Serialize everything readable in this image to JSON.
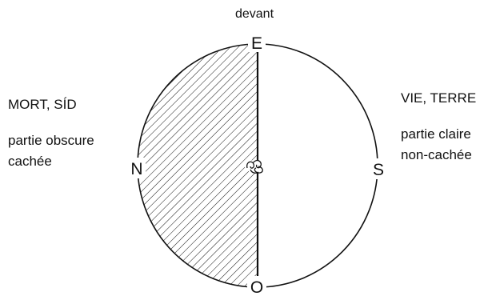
{
  "top_label": "devant",
  "cardinals": {
    "east": "E",
    "north": "N",
    "south": "S",
    "west": "O"
  },
  "left_side": {
    "title": "MORT, SÍD",
    "line1": "partie obscure",
    "line2": "cachée"
  },
  "right_side": {
    "title": "VIE, TERRE",
    "line1": "partie claire",
    "line2": "non-cachée"
  },
  "colors": {
    "stroke": "#111111",
    "background": "#ffffff"
  },
  "icons": {
    "center": "triskele-symbol"
  }
}
